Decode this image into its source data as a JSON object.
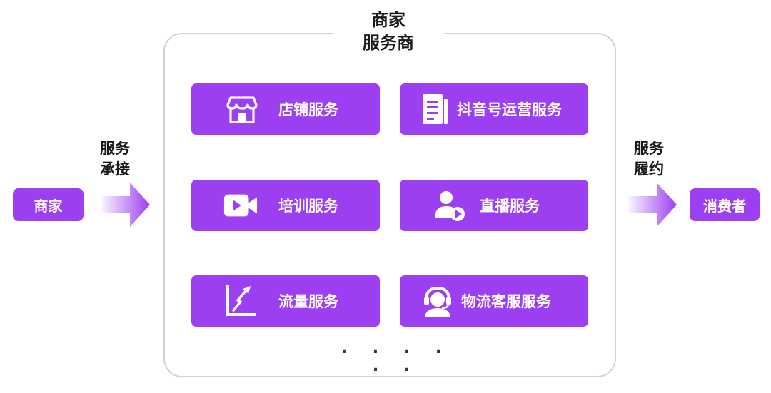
{
  "frame": {
    "title_line1": "商家",
    "title_line2": "服务商"
  },
  "left": {
    "pill": "商家",
    "arrow_line1": "服务",
    "arrow_line2": "承接"
  },
  "right": {
    "pill": "消费者",
    "arrow_line1": "服务",
    "arrow_line2": "履约"
  },
  "services": [
    {
      "label": "店铺服务",
      "icon": "store-icon"
    },
    {
      "label": "抖音号运营服务",
      "icon": "document-icon"
    },
    {
      "label": "培训服务",
      "icon": "video-camera-icon"
    },
    {
      "label": "直播服务",
      "icon": "live-streamer-icon"
    },
    {
      "label": "流量服务",
      "icon": "growth-chart-icon"
    },
    {
      "label": "物流客服服务",
      "icon": "headset-agent-icon"
    }
  ],
  "more": ". . .   . . .",
  "colors": {
    "accent": "#9b3ff0",
    "frame_border": "#d2d2d2",
    "text": "#1a1a1a"
  }
}
